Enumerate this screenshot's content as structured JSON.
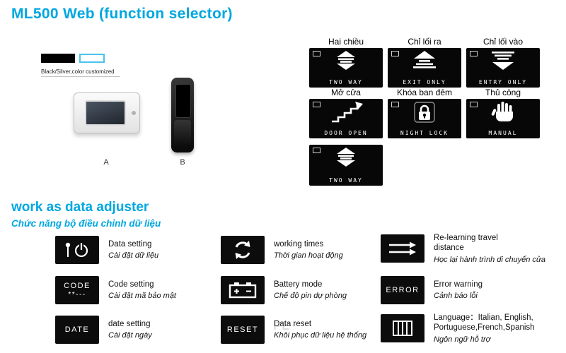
{
  "title": "ML500 Web (function selector)",
  "swatch_label": "Black/Silver,color customized",
  "device_a_label": "A",
  "device_b_label": "B",
  "accent_color": "#00a7e0",
  "panel_bg": "#070707",
  "watermark": "FL",
  "panels": [
    {
      "caption": "Hai chiều",
      "screen_label": "TWO WAY",
      "icon": "two-way-arrows-icon"
    },
    {
      "caption": "Chỉ lối ra",
      "screen_label": "EXIT ONLY",
      "icon": "exit-only-arrow-icon"
    },
    {
      "caption": "Chỉ lối vào",
      "screen_label": "ENTRY ONLY",
      "icon": "entry-only-arrow-icon"
    },
    {
      "caption": "Mở cửa",
      "screen_label": "DOOR OPEN",
      "icon": "door-open-steps-icon"
    },
    {
      "caption": "Khóa ban đêm",
      "screen_label": "NIGHT LOCK",
      "icon": "night-lock-padlock-icon"
    },
    {
      "caption": "Thủ công",
      "screen_label": "MANUAL",
      "icon": "manual-hand-icon"
    },
    {
      "caption": "",
      "screen_label": "TWO WAY",
      "icon": "two-way-arrows-icon"
    }
  ],
  "section_title": "work as data adjuster",
  "section_subtitle": "Chức năng bộ điều chỉnh dữ liệu",
  "features": [
    {
      "kind": "icon",
      "icon": "data-setting-power-pin-icon",
      "label": "Data setting",
      "sub": "Cài đặt dữ liệu"
    },
    {
      "kind": "icon",
      "icon": "working-times-refresh-icon",
      "label": "working times",
      "sub": "Thời gian hoạt động"
    },
    {
      "kind": "icon",
      "icon": "relearn-travel-arrows-icon",
      "label": "Re-learning travel distance",
      "sub": "Học lại hành trình di chuyển cửa"
    },
    {
      "kind": "text",
      "tile_text": "CODE",
      "tile_text2": "**---",
      "label": "Code setting",
      "sub": "Cài đặt mã bảo mật"
    },
    {
      "kind": "icon",
      "icon": "battery-icon",
      "label": "Battery mode",
      "sub": "Chế độ pin dự phòng"
    },
    {
      "kind": "text",
      "tile_text": "ERROR",
      "label": "Error warning",
      "sub": "Cảnh báo lỗi"
    },
    {
      "kind": "text",
      "tile_text": "DATE",
      "label": "date setting",
      "sub": "Cài đặt ngày"
    },
    {
      "kind": "text",
      "tile_text": "RESET",
      "label": "Data reset",
      "sub": "Khôi phục dữ liệu hệ thống"
    },
    {
      "kind": "icon",
      "icon": "language-flag-icon",
      "label": "Language：Italian, English, Portuguese,French,Spanish",
      "sub": "Ngôn ngữ hỗ trợ"
    }
  ]
}
